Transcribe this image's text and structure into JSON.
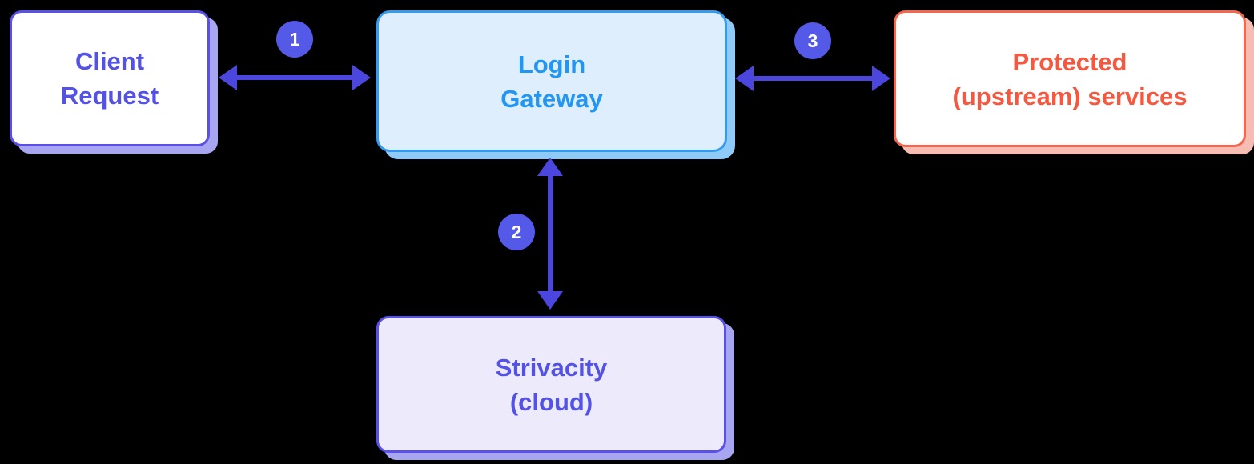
{
  "nodes": {
    "client": {
      "lines": [
        "Client",
        "Request"
      ],
      "text_color": "#5452E4",
      "border_color": "#5A50E8",
      "fill_color": "#FFFFFF",
      "shadow_color": "#A8A5F1"
    },
    "gateway": {
      "lines": [
        "Login",
        "Gateway"
      ],
      "text_color": "#2196F3",
      "border_color": "#359BEC",
      "fill_color": "#DFEEFC",
      "shadow_color": "#8ECBF8"
    },
    "protected": {
      "lines": [
        "Protected",
        "(upstream) services"
      ],
      "text_color": "#F5573F",
      "border_color": "#F4664E",
      "fill_color": "#FFFFFF",
      "shadow_color": "#F7BCB3"
    },
    "strivacity": {
      "lines": [
        "Strivacity",
        "(cloud)"
      ],
      "text_color": "#5452E4",
      "border_color": "#5A50E8",
      "fill_color": "#EDEBFB",
      "shadow_color": "#A8A5F1"
    }
  },
  "badges": {
    "step1": {
      "label": "1"
    },
    "step2": {
      "label": "2"
    },
    "step3": {
      "label": "3"
    }
  },
  "colors": {
    "background": "#000000",
    "arrow": "#4B46DE",
    "badge_fill": "#5459E8",
    "badge_text": "#FFFFFF"
  }
}
